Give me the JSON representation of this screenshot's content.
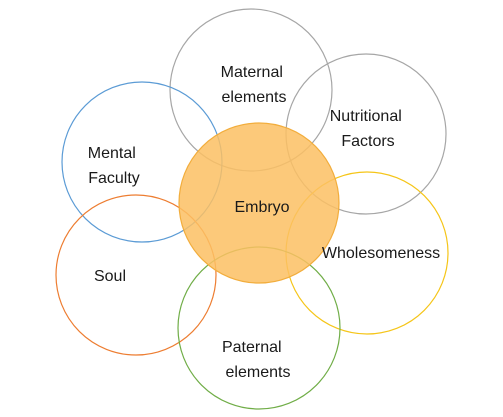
{
  "diagram": {
    "center": {
      "lines": [
        "Embryo"
      ]
    },
    "nodes": {
      "maternal": {
        "lines": [
          "Maternal",
          "elements"
        ]
      },
      "nutritional": {
        "lines": [
          "Nutritional",
          "Factors"
        ]
      },
      "mental": {
        "lines": [
          "Mental",
          "Faculty"
        ]
      },
      "wholesomeness": {
        "lines": [
          "Wholesomeness"
        ]
      },
      "soul": {
        "lines": [
          "Soul"
        ]
      },
      "paternal": {
        "lines": [
          "Paternal",
          "elements"
        ]
      }
    }
  },
  "colors": {
    "center_fill": "#fbbf63",
    "center_stroke": "#f2ad3c",
    "maternal": "#a6a6a6",
    "nutritional": "#a6a6a6",
    "mental": "#5b9bd5",
    "wholesomeness": "#f5c518",
    "soul": "#ed7d31",
    "paternal": "#70ad47"
  }
}
